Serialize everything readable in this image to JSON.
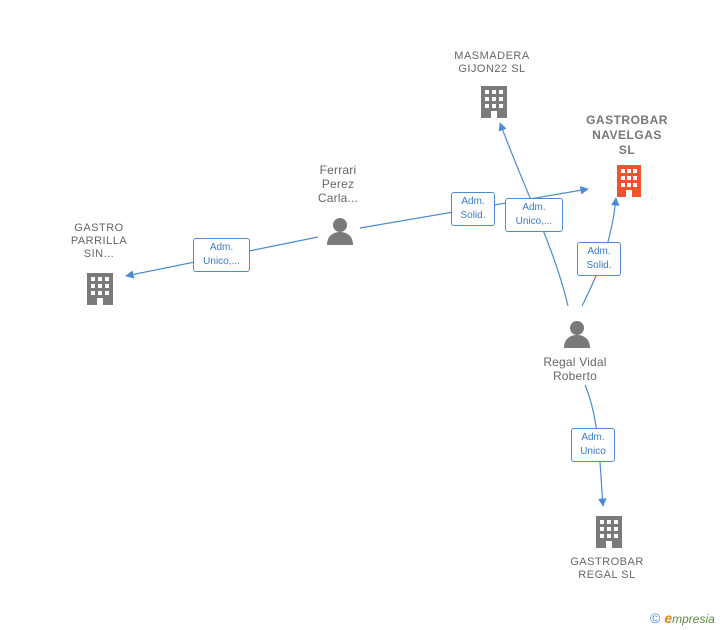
{
  "colors": {
    "edge": "#4a8bd4",
    "node_gray": "#7a7a7a",
    "node_highlight": "#f0542a"
  },
  "nodes": {
    "masmadera": {
      "lines": [
        "MASMADERA",
        "GIJON22  SL"
      ],
      "icon": "building-icon"
    },
    "navelgas": {
      "lines": [
        "GASTROBAR",
        "NAVELGAS",
        "SL"
      ],
      "icon": "building-icon"
    },
    "ferrari": {
      "lines": [
        "Ferrari",
        "Perez",
        "Carla..."
      ],
      "icon": "person-icon"
    },
    "parrilla": {
      "lines": [
        "GASTRO",
        "PARRILLA",
        "SIN..."
      ],
      "icon": "building-icon"
    },
    "regal_vidal": {
      "lines": [
        "Regal Vidal",
        "Roberto"
      ],
      "icon": "person-icon"
    },
    "regal_sl": {
      "lines": [
        "GASTROBAR",
        "REGAL  SL"
      ],
      "icon": "building-icon"
    }
  },
  "edges": {
    "ferrari_parrilla": [
      "Adm.",
      "Unico,..."
    ],
    "ferrari_navelgas": [
      "Adm.",
      "Solid."
    ],
    "regal_masmadera": [
      "Adm.",
      "Unico,..."
    ],
    "regal_navelgas": [
      "Adm.",
      "Solid."
    ],
    "regal_regalsl": [
      "Adm.",
      "Unico"
    ]
  },
  "brand": {
    "copyright": "©",
    "initial": "e",
    "rest": "mpresia"
  }
}
